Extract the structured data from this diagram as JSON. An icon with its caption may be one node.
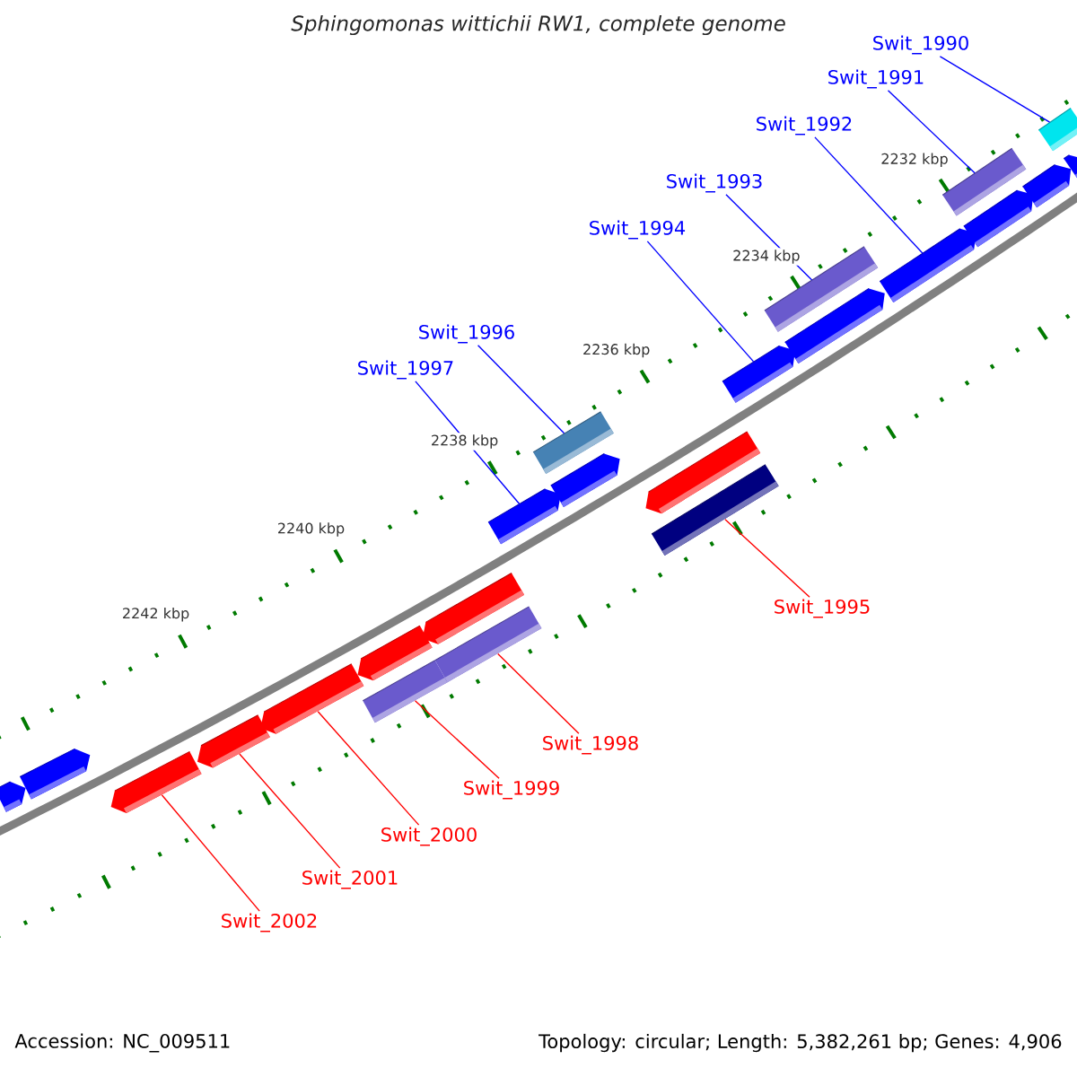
{
  "diagram": {
    "title": "Sphingomonas wittichii RW1, complete genome",
    "nodes": [
      {
        "text": [
          "Swit_1990"
        ]
      },
      {
        "text": [
          "Swit_1991"
        ]
      },
      {
        "text": [
          "Swit_1992"
        ]
      },
      {
        "text": [
          "Swit_1993"
        ]
      },
      {
        "text": [
          "Swit_1994"
        ]
      },
      {
        "text": [
          "Swit_1996"
        ]
      },
      {
        "text": [
          "Swit_1997"
        ]
      },
      {
        "text": [
          "Swit_1995"
        ]
      },
      {
        "text": [
          "Swit_1998"
        ]
      },
      {
        "text": [
          "Swit_1999"
        ]
      },
      {
        "text": [
          "Swit_2000"
        ]
      },
      {
        "text": [
          "Swit_2001"
        ]
      },
      {
        "text": [
          "Swit_2002"
        ]
      },
      {
        "text": [],
        "shape": "bar"
      },
      {
        "text": [],
        "shape": "bar"
      },
      {
        "text": [],
        "shape": "bar"
      },
      {
        "text": [],
        "shape": "bar"
      },
      {
        "text": [],
        "shape": "bar"
      },
      {
        "text": [],
        "shape": "bar"
      },
      {
        "text": [],
        "shape": "bar"
      },
      {
        "text": [],
        "shape": "bar"
      },
      {
        "text": [],
        "shape": "bar"
      },
      {
        "text": [],
        "shape": "bar"
      },
      {
        "text": [],
        "shape": "bar"
      },
      {
        "text": [],
        "shape": "bar"
      },
      {
        "text": [],
        "shape": "bar"
      },
      {
        "text": [],
        "shape": "bar"
      },
      {
        "text": [],
        "shape": "bar"
      },
      {
        "text": [],
        "shape": "bar"
      },
      {
        "text": [],
        "shape": "bar"
      },
      {
        "text": [],
        "shape": "bar"
      },
      {
        "text": [],
        "shape": "bar"
      },
      {
        "text": [],
        "shape": "bar"
      },
      {
        "text": [],
        "shape": "bar"
      },
      {
        "text": [],
        "shape": "bar"
      },
      {
        "text": [],
        "shape": "bar"
      }
    ],
    "edges": [
      {
        "from": 0,
        "to": 34,
        "arrow": "none"
      },
      {
        "from": 1,
        "to": 31,
        "arrow": "none"
      },
      {
        "from": 2,
        "to": 30,
        "arrow": "none"
      },
      {
        "from": 3,
        "to": 28,
        "arrow": "none"
      },
      {
        "from": 4,
        "to": 27,
        "arrow": "none"
      },
      {
        "from": 5,
        "to": 23,
        "arrow": "none"
      },
      {
        "from": 6,
        "to": 22,
        "arrow": "none"
      },
      {
        "from": 7,
        "to": 26,
        "arrow": "none",
        "color": "#ff0000"
      },
      {
        "from": 8,
        "to": 21,
        "arrow": "none",
        "color": "#ff0000"
      },
      {
        "from": 9,
        "to": 19,
        "arrow": "none",
        "color": "#ff0000"
      },
      {
        "from": 10,
        "to": 17,
        "arrow": "none",
        "color": "#ff0000"
      },
      {
        "from": 11,
        "to": 16,
        "arrow": "none",
        "color": "#ff0000"
      },
      {
        "from": 12,
        "to": 15,
        "arrow": "none",
        "color": "#ff0000"
      }
    ],
    "labels": [
      "2232 kbp",
      "2234 kbp",
      "2236 kbp",
      "2238 kbp",
      "2240 kbp",
      "2242 kbp",
      "Accession: NC_009511",
      "Topology: circular; Length: 5,382,261 bp; Genes: 4,906"
    ]
  }
}
